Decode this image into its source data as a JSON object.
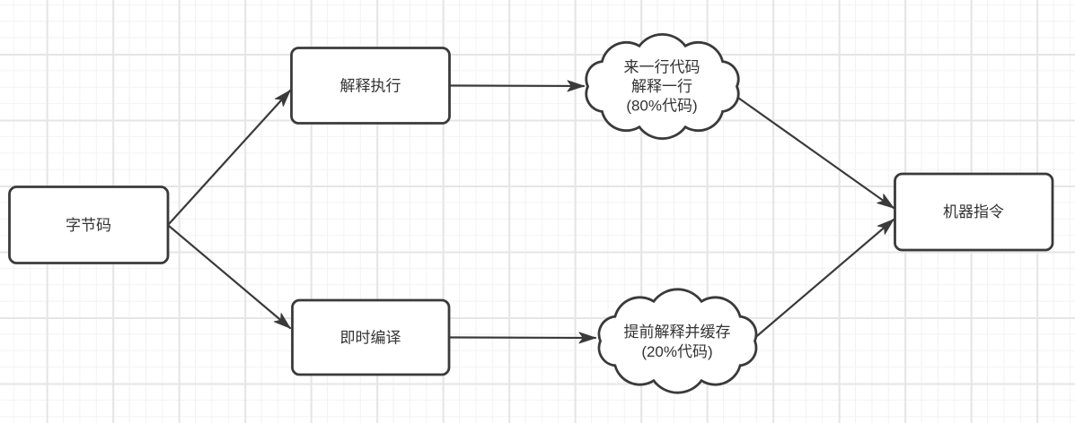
{
  "diagram": {
    "colors": {
      "stroke": "#3a3a3a",
      "text": "#333333",
      "node_fill": "#ffffff",
      "grid_minor": "#f2f2f4",
      "grid_major": "#e5e5e8",
      "canvas_bg": "#ffffff"
    },
    "nodes": {
      "bytecode": {
        "label": "字节码"
      },
      "interpret": {
        "label": "解释执行"
      },
      "jit": {
        "label": "即时编译"
      },
      "machine": {
        "label": "机器指令"
      },
      "cloud_interpret": {
        "lines": [
          "来一行代码",
          "解释一行",
          "(80%代码)"
        ]
      },
      "cloud_jit": {
        "lines": [
          "提前解释并缓存",
          "(20%代码)"
        ]
      }
    }
  }
}
